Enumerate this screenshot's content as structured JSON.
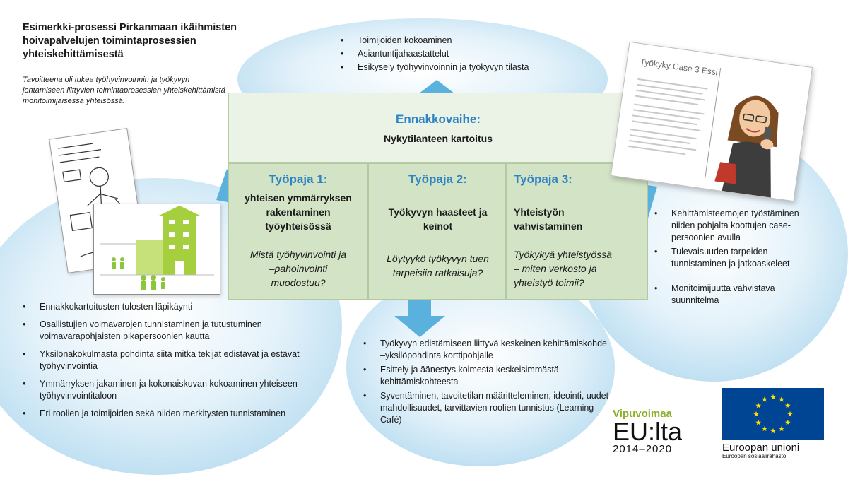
{
  "header": {
    "title_lines": [
      "Esimerkki-prosessi Pirkanmaan ikäihmisten",
      "hoivapalvelujen toimintaprosessien",
      "yhteiskehittämisestä"
    ],
    "subtitle_lines": [
      "Tavoitteena oli tukea työhyvinvoinnin ja työkyvyn",
      "johtamiseen liittyvien toimintaprosessien yhteiskehittämistä",
      "monitoimijaisessa yhteisössä."
    ]
  },
  "phase": {
    "title": "Ennakkovaihe:",
    "subtitle": "Nykytilanteen kartoitus"
  },
  "workshops": [
    {
      "title": "Työpaja 1:",
      "subtitle_lines": [
        "yhteisen ymmärryksen",
        "rakentaminen",
        "työyhteisössä"
      ],
      "question_lines": [
        "Mistä työhyvinvointi ja",
        "–pahoinvointi",
        "muodostuu?"
      ]
    },
    {
      "title": "Työpaja 2:",
      "subtitle_lines": [
        "Työkyvyn haasteet ja",
        "keinot"
      ],
      "question_lines": [
        "Löytyykö työkyvyn tuen",
        "tarpeisiin ratkaisuja?"
      ]
    },
    {
      "title": "Työpaja 3:",
      "subtitle_lines": [
        "Yhteistyön",
        "vahvistaminen"
      ],
      "question_lines": [
        "Työkykyä yhteistyössä",
        "– miten verkosto ja",
        "yhteistyö toimii?"
      ]
    }
  ],
  "lists": {
    "top": [
      "Toimijoiden kokoaminen",
      "Asiantuntijahaastattelut",
      "Esikysely työhyvinvoinnin ja työkyvyn tilasta"
    ],
    "left": [
      "Ennakkokartoitusten tulosten läpikäynti",
      "Osallistujien voimavarojen tunnistaminen ja tutustuminen voimavarapohjaisten pikapersoonien kautta",
      "Yksilönäkökulmasta pohdinta siitä mitkä tekijät edistävät ja estävät työhyvinvointia",
      "Ymmärryksen jakaminen ja kokonaiskuvan kokoaminen yhteiseen työhyvinvointitaloon",
      "Eri roolien ja toimijoiden sekä niiden merkitysten tunnistaminen"
    ],
    "center": [
      "Työkyvyn edistämiseen liittyvä keskeinen kehittämiskohde –yksilöpohdinta korttipohjalle",
      "Esittely ja äänestys kolmesta keskeisimmästä kehittämiskohteesta",
      "Syventäminen, tavoitetilan määritteleminen, ideointi, uudet mahdollisuudet, tarvittavien roolien tunnistus (Learning Café)"
    ],
    "right": [
      "Kehittämisteemojen työstäminen niiden pohjalta koottujen case-persoonien avulla",
      "Tulevaisuuden tarpeiden tunnistaminen ja jatkoaskeleet",
      "Monitoimijuutta vahvistava suunnitelma"
    ]
  },
  "case_card": {
    "title": "Työkyky Case 3 Essi"
  },
  "logos": {
    "vipuvoimaa": {
      "line1": "Vipuvoimaa",
      "line2": "EU:lta",
      "line3": "2014–2020"
    },
    "eu": {
      "line1": "Euroopan unioni",
      "line2": "Euroopan sosiaalirahasto"
    }
  },
  "colors": {
    "accent_blue": "#2e84c2",
    "arrow_blue": "#5ab1de",
    "cloud_blue": "#bfe0f2",
    "box_green_light": "#ebf2e6",
    "box_green": "#d3e4c6",
    "eu_blue": "#004494",
    "eu_star": "#ffdd00",
    "vip_green": "#8bb02a"
  }
}
